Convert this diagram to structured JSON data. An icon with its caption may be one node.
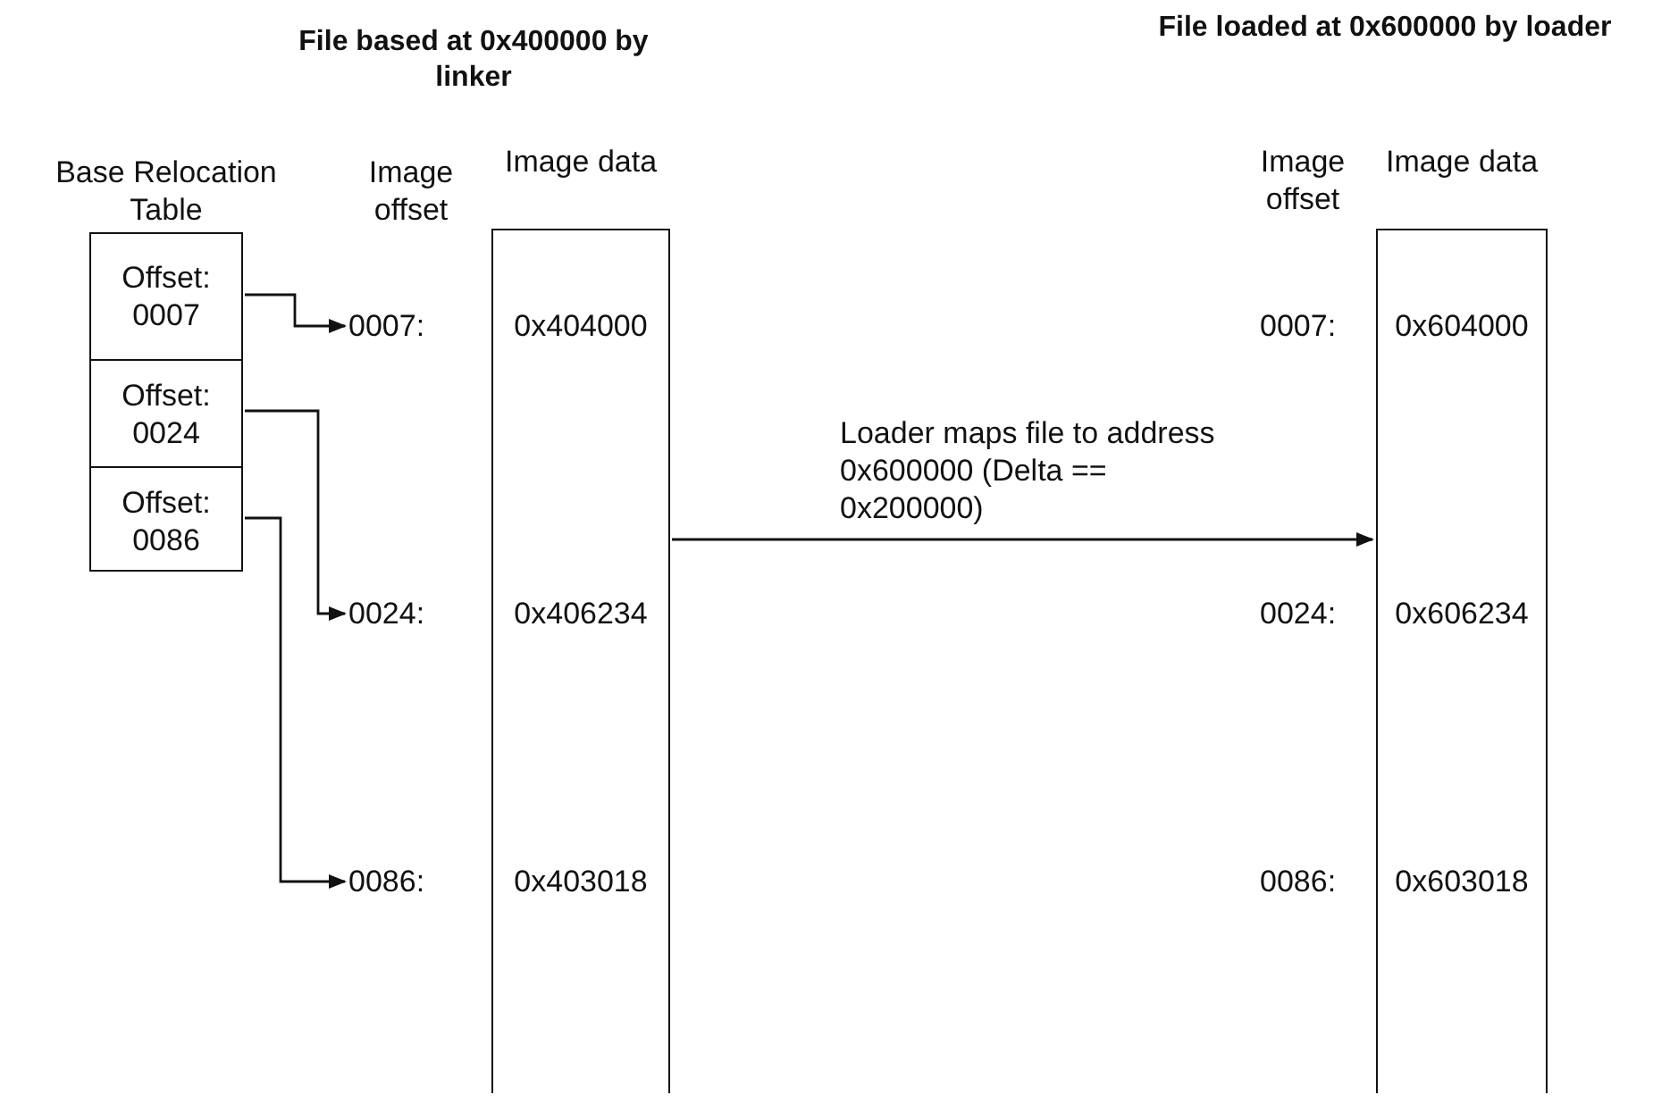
{
  "diagram": {
    "nodes": [
      {
        "text": [
          "Base Relocation Table"
        ]
      },
      {
        "text": [
          "Offset: 0007"
        ],
        "in": 0
      },
      {
        "text": [
          "Offset: 0024"
        ],
        "in": 0
      },
      {
        "text": [
          "Offset: 0086"
        ],
        "in": 0
      },
      {
        "text": [
          "0007:"
        ]
      },
      {
        "text": [
          "0024:"
        ]
      },
      {
        "text": [
          "0086:"
        ]
      },
      {
        "text": [
          "Image data",
          "0x404000",
          "0x406234",
          "0x403018"
        ]
      },
      {
        "text": [
          "Image data",
          "0x604000",
          "0x606234",
          "0x603018"
        ]
      }
    ],
    "edges": [
      {
        "from": 1,
        "to": 4,
        "arrow": "to"
      },
      {
        "from": 2,
        "to": 5,
        "arrow": "to"
      },
      {
        "from": 3,
        "to": 6,
        "arrow": "to"
      },
      {
        "from": 7,
        "to": 8,
        "arrow": "to",
        "label": "Loader maps file to address 0x600000 (Delta == 0x200000)"
      }
    ],
    "labels": [
      "File based at 0x400000 by linker",
      "File loaded at 0x600000 by loader",
      "Image offset",
      "Image offset",
      "0007:",
      "0024:",
      "0086:"
    ]
  }
}
